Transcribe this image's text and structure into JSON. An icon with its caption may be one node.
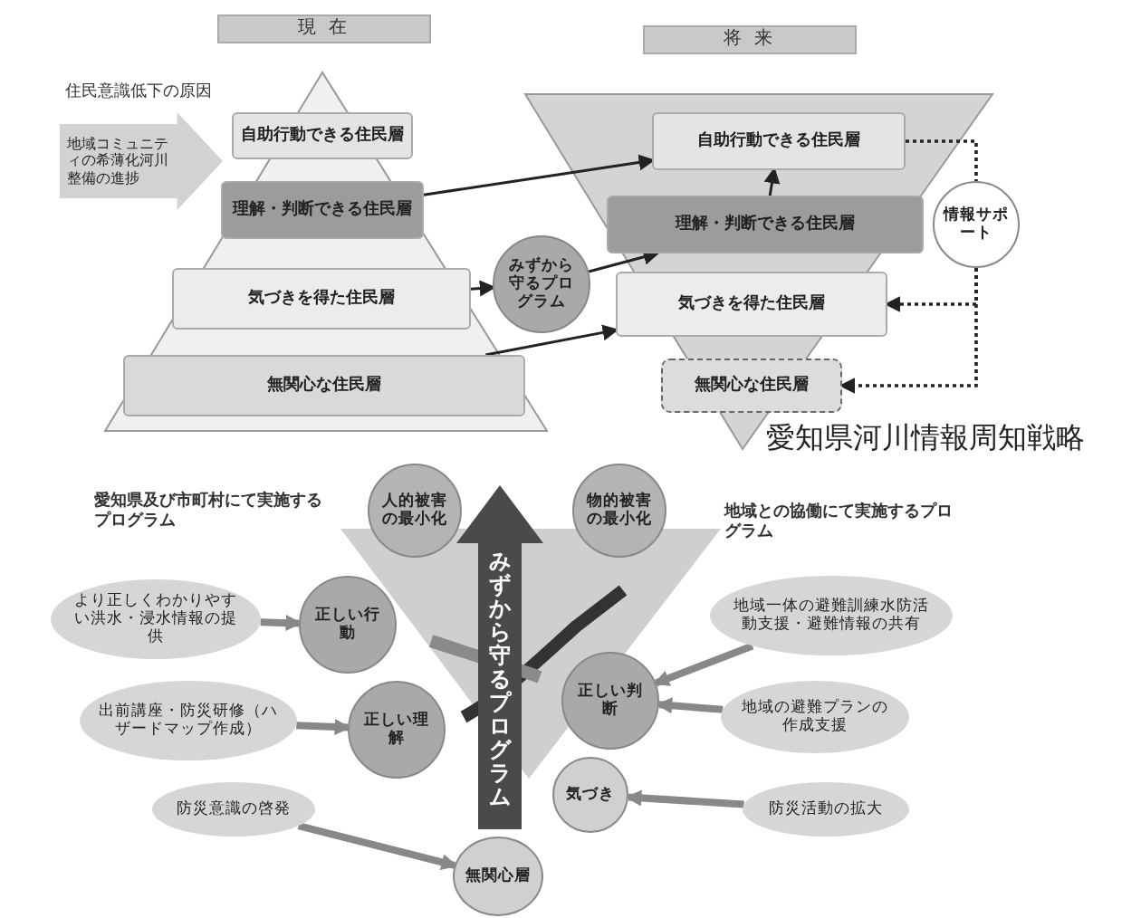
{
  "diagram": {
    "title": "愛知県河川情報周知戦略",
    "nodes": [
      {
        "text": [
          "現 在"
        ]
      },
      {
        "text": [
          "自助行動できる住民層"
        ],
        "in": 0
      },
      {
        "text": [
          "理解・判断できる住民層"
        ],
        "in": 0
      },
      {
        "text": [
          "気づきを得た住民層"
        ],
        "in": 0
      },
      {
        "text": [
          "無関心な住民層"
        ],
        "in": 0
      },
      {
        "text": [
          "地域コミュニティの希薄化河川整備の進捗"
        ]
      },
      {
        "text": [
          "みずから守るプログラム"
        ]
      },
      {
        "text": [
          "将 来"
        ]
      },
      {
        "text": [
          "自助行動できる住民層"
        ],
        "in": 7
      },
      {
        "text": [
          "理解・判断できる住民層"
        ],
        "in": 7
      },
      {
        "text": [
          "気づきを得た住民層"
        ],
        "in": 7
      },
      {
        "text": [
          "無関心な住民層"
        ],
        "in": 7
      },
      {
        "text": [
          "情報サポート"
        ]
      },
      {
        "text": [
          "人的被害の最小化"
        ]
      },
      {
        "text": [
          "物的被害の最小化"
        ]
      },
      {
        "text": [
          "みずから守るプログラム"
        ]
      },
      {
        "text": [
          "正しい行動"
        ]
      },
      {
        "text": [
          "正しい判断"
        ]
      },
      {
        "text": [
          "正しい理解"
        ]
      },
      {
        "text": [
          "気づき"
        ]
      },
      {
        "text": [
          "無関心層"
        ]
      },
      {
        "text": [
          "より正しくわかりやすい洪水・浸水情報の提供"
        ]
      },
      {
        "text": [
          "出前講座・防災研修（ハザードマップ作成）"
        ]
      },
      {
        "text": [
          "防災意識の啓発"
        ]
      },
      {
        "text": [
          "地域一体の避難訓練水防活動支援・避難情報の共有"
        ]
      },
      {
        "text": [
          "地域の避難プランの作成支援"
        ]
      },
      {
        "text": [
          "防災活動の拡大"
        ]
      }
    ],
    "edges": [
      {
        "from": 2,
        "to": 8,
        "arrow": "to"
      },
      {
        "from": 4,
        "to": 10,
        "arrow": "to"
      },
      {
        "from": 3,
        "to": 6,
        "arrow": "to"
      },
      {
        "from": 6,
        "to": 9,
        "arrow": "to"
      },
      {
        "from": 9,
        "to": 8,
        "arrow": "to"
      },
      {
        "from": 8,
        "to": 12,
        "arrow": "none",
        "style": "dashed"
      },
      {
        "from": 12,
        "to": 10,
        "arrow": "to",
        "style": "dashed"
      },
      {
        "from": 12,
        "to": 11,
        "arrow": "to",
        "style": "dashed"
      },
      {
        "from": 21,
        "to": 16,
        "arrow": "to",
        "style": "thick",
        "color": "#888888"
      },
      {
        "from": 22,
        "to": 18,
        "arrow": "to",
        "style": "thick",
        "color": "#888888"
      },
      {
        "from": 23,
        "to": 20,
        "arrow": "to",
        "style": "thick",
        "color": "#888888"
      },
      {
        "from": 24,
        "to": 17,
        "arrow": "to",
        "style": "thick",
        "color": "#888888"
      },
      {
        "from": 25,
        "to": 17,
        "arrow": "to",
        "style": "thick",
        "color": "#888888"
      },
      {
        "from": 26,
        "to": 19,
        "arrow": "to",
        "style": "thick",
        "color": "#888888"
      }
    ],
    "labels": [
      "住民意識低下の原因",
      "愛知県及び市町村にて実施するプログラム",
      "地域との協働にて実施するプログラム"
    ]
  }
}
